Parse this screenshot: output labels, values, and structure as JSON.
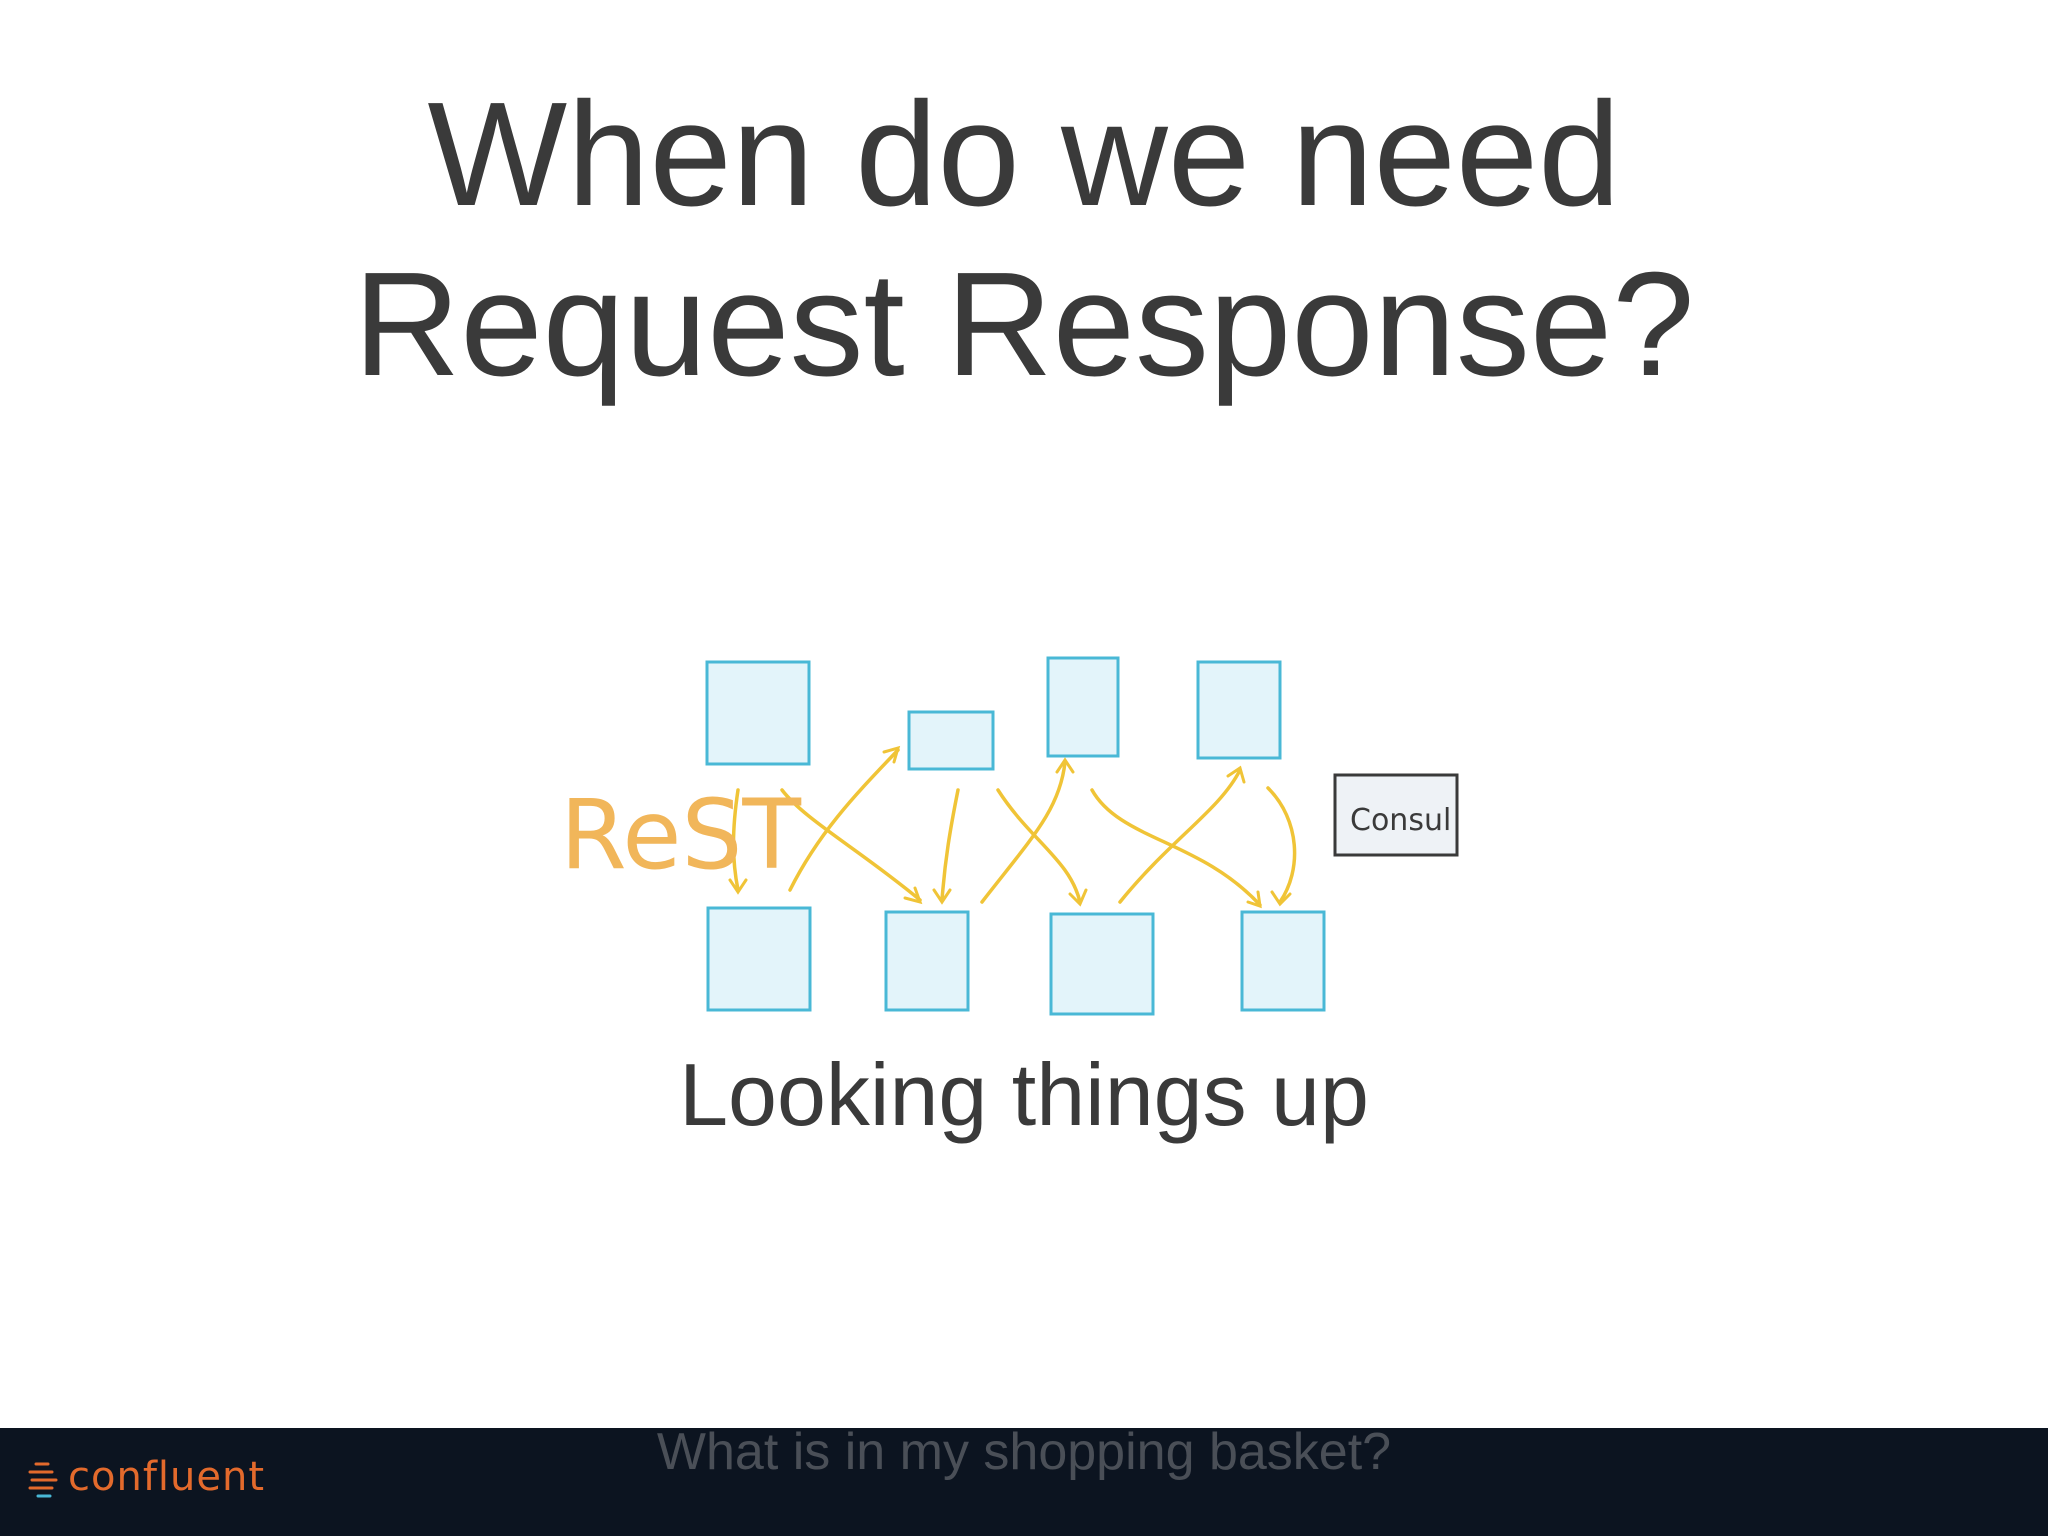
{
  "slide": {
    "title_line1": "When do we need",
    "title_line2": "Request Response?",
    "subtitle": "Looking things up",
    "footer_caption": "What is in my shopping basket?"
  },
  "diagram": {
    "left_label": "ReST",
    "right_box_label": "Consul",
    "box_color": "#e3f4fa",
    "box_border": "#49b8d6",
    "arrow_color": "#f0c437",
    "label_color": "#f1b65a"
  },
  "brand": {
    "logo_text": "confluent",
    "logo_color": "#e36a2c",
    "footer_bg": "#0c1420"
  }
}
